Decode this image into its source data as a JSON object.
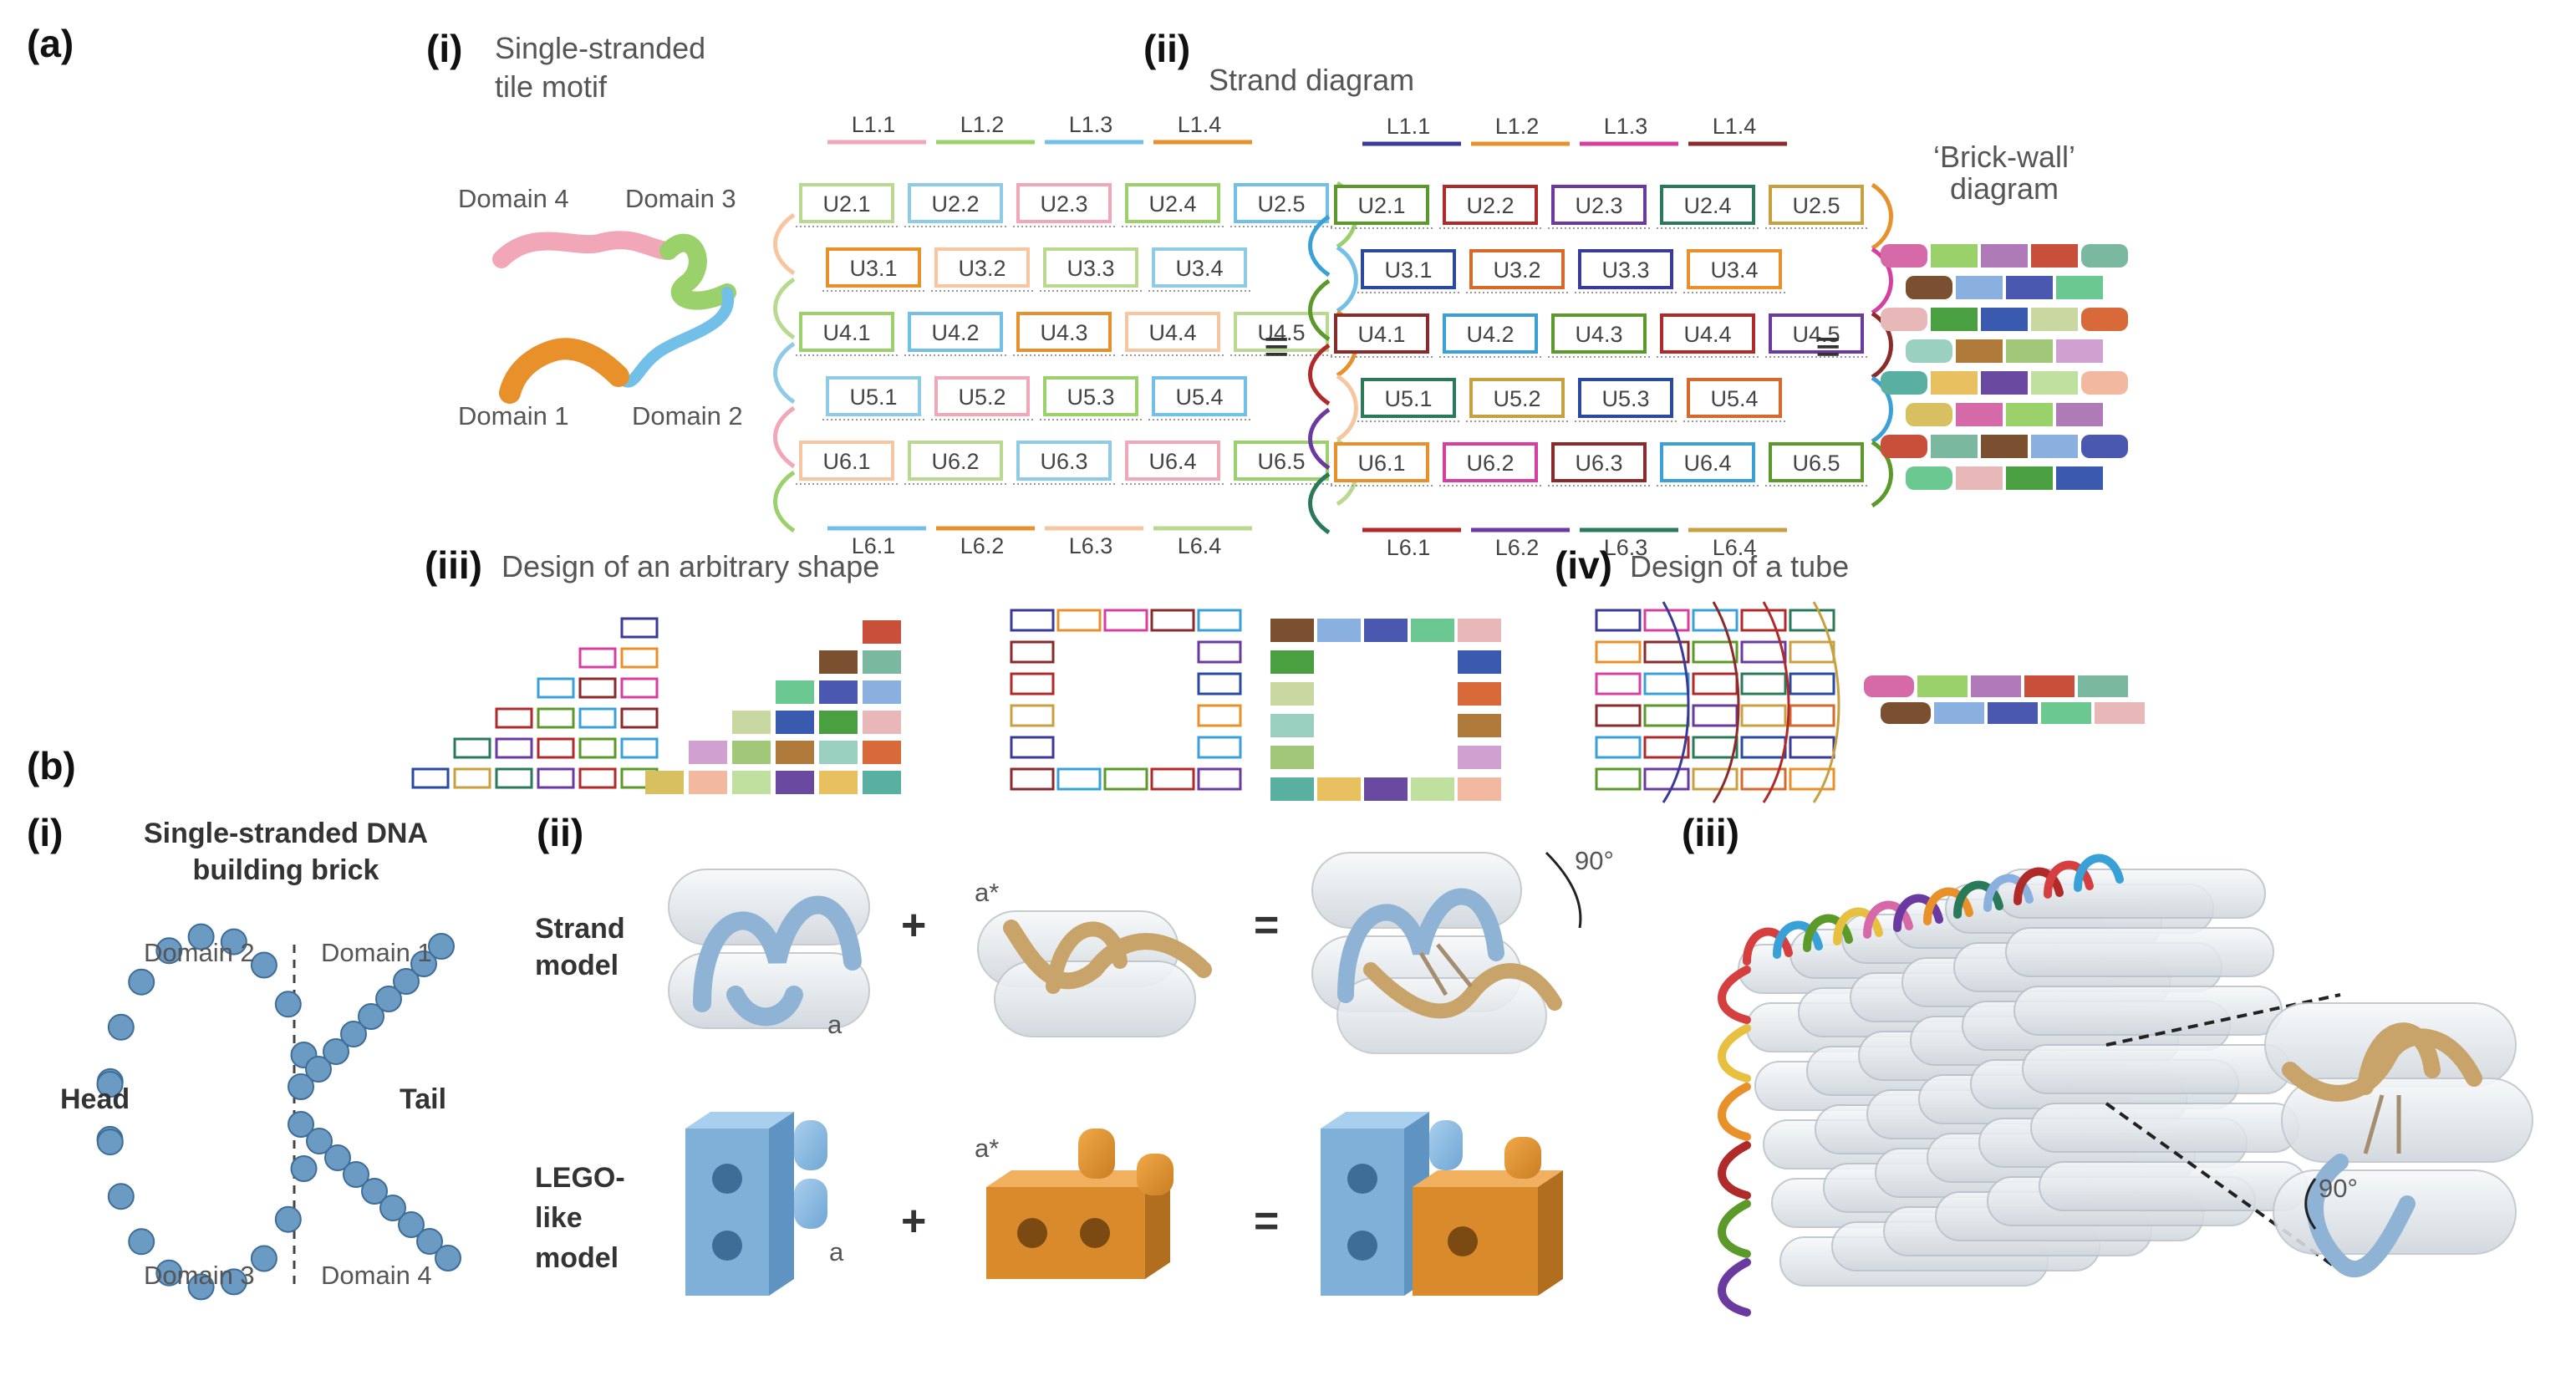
{
  "colors": {
    "orange": "#e8902a",
    "pink": "#f2a7b8",
    "green": "#9bd16a",
    "blue": "#72bfe8",
    "brick_blue": "#7fb0d8",
    "brick_orange": "#d98b2b",
    "cyl": "#e9edf0",
    "strand": "#c8a46a"
  },
  "panel_a": {
    "label": "(a)",
    "i": {
      "label": "(i)",
      "title": [
        "Single-stranded",
        "tile motif"
      ],
      "domains": [
        "Domain 4",
        "Domain 3",
        "Domain 1",
        "Domain 2"
      ]
    },
    "ii": {
      "label": "(ii)",
      "title": "Strand diagram",
      "brick_wall": [
        "‘Brick-wall’",
        "diagram"
      ],
      "equiv": "≡",
      "rows": [
        [
          "L1.1",
          "L1.2",
          "L1.3",
          "L1.4"
        ],
        [
          "U2.1",
          "U2.2",
          "U2.3",
          "U2.4",
          "U2.5"
        ],
        [
          "U3.1",
          "U3.2",
          "U3.3",
          "U3.4"
        ],
        [
          "U4.1",
          "U4.2",
          "U4.3",
          "U4.4",
          "U4.5"
        ],
        [
          "U5.1",
          "U5.2",
          "U5.3",
          "U5.4"
        ],
        [
          "U6.1",
          "U6.2",
          "U6.3",
          "U6.4",
          "U6.5"
        ],
        [
          "L6.1",
          "L6.2",
          "L6.3",
          "L6.4"
        ]
      ]
    },
    "iii": {
      "label": "(iii)",
      "title": "Design of an arbitrary shape"
    },
    "iv": {
      "label": "(iv)",
      "title": "Design of a tube"
    }
  },
  "panel_b": {
    "label": "(b)",
    "i": {
      "label": "(i)",
      "title": [
        "Single-stranded DNA",
        "building brick"
      ],
      "domains": [
        "Domain 2",
        "Domain 1",
        "Domain 3",
        "Domain 4"
      ],
      "head": "Head",
      "tail": "Tail"
    },
    "ii": {
      "label": "(ii)",
      "strand_model": [
        "Strand",
        "model"
      ],
      "lego_model": [
        "LEGO-",
        "like",
        "model"
      ],
      "a": "a",
      "a_star": "a*",
      "plus": "+",
      "equals": "=",
      "angle": "90°"
    },
    "iii": {
      "label": "(iii)",
      "angle": "90°"
    }
  }
}
